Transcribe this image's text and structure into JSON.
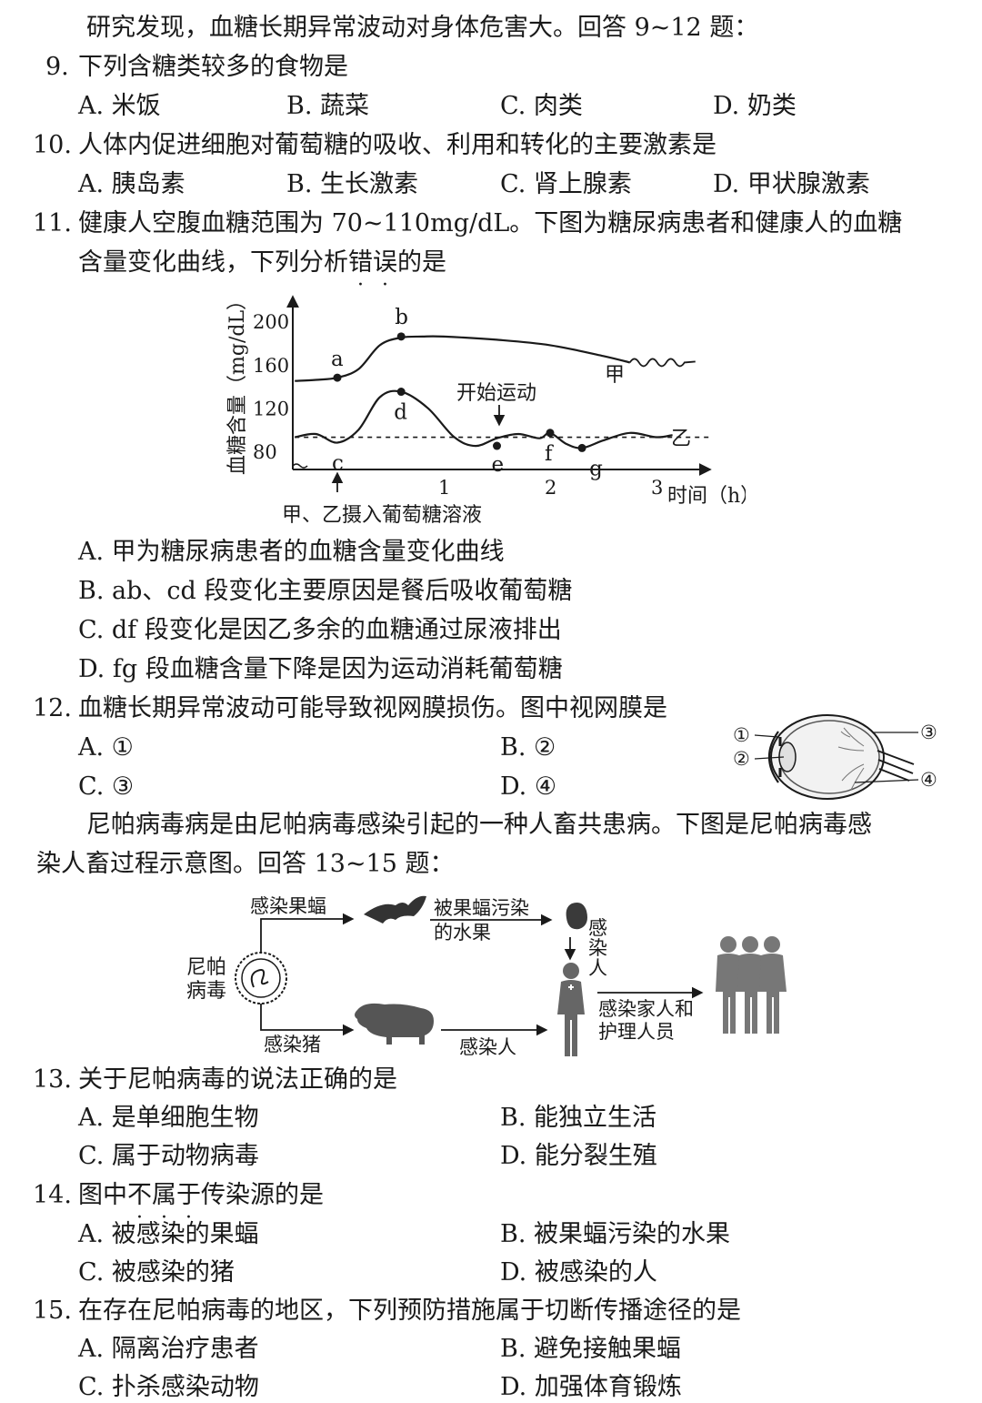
{
  "intro1": "研究发现，血糖长期异常波动对身体危害大。回答 9~12 题：",
  "q9": {
    "num": "9.",
    "stem": "下列含糖类较多的食物是",
    "A": "A. 米饭",
    "B": "B. 蔬菜",
    "C": "C. 肉类",
    "D": "D. 奶类"
  },
  "q10": {
    "num": "10.",
    "stem": "人体内促进细胞对葡萄糖的吸收、利用和转化的主要激素是",
    "A": "A. 胰岛素",
    "B": "B. 生长激素",
    "C": "C. 肾上腺素",
    "D": "D. 甲状腺激素"
  },
  "q11": {
    "num": "11.",
    "stem1": "健康人空腹血糖范围为 70~110mg/dL。下图为糖尿病患者和健康人的血糖",
    "stem2a": "含量变化曲线，下列分析",
    "stem2b1": "错",
    "stem2b2": "误",
    "stem2c": "的是",
    "A": "A. 甲为糖尿病患者的血糖含量变化曲线",
    "B": "B. ab、cd 段变化主要原因是餐后吸收葡萄糖",
    "C": "C. df 段变化是因乙多余的血糖通过尿液排出",
    "D": "D. fg 段血糖含量下降是因为运动消耗葡萄糖"
  },
  "chart": {
    "ylabel": "血糖含量（mg/dL）",
    "xlabel": "时间（h）",
    "yticks": [
      "200",
      "160",
      "120",
      "80"
    ],
    "xticks": [
      "1",
      "2",
      "3"
    ],
    "series_jia": "甲",
    "series_yi": "乙",
    "points": {
      "a": "a",
      "b": "b",
      "c": "c",
      "d": "d",
      "e": "e",
      "f": "f",
      "g": "g"
    },
    "annot_exercise": "开始运动",
    "annot_ingest": "甲、乙摄入葡萄糖溶液"
  },
  "chart_data": {
    "type": "line",
    "xlabel": "时间（h）",
    "ylabel": "血糖含量（mg/dL）",
    "xticks": [
      1,
      2,
      3
    ],
    "yticks": [
      80,
      120,
      160,
      200
    ],
    "ylim": [
      70,
      215
    ],
    "xlim": [
      -0.4,
      3.5
    ],
    "series": [
      {
        "name": "甲",
        "x": [
          -0.4,
          -0.2,
          0,
          0.2,
          0.4,
          0.6,
          0.8,
          1.0,
          1.5,
          2.0,
          2.5,
          2.75,
          2.9,
          3.0
        ],
        "y": [
          145,
          146,
          148,
          156,
          178,
          185,
          186,
          186,
          183,
          178,
          168,
          162,
          160,
          159
        ]
      },
      {
        "name": "乙",
        "x": [
          -0.4,
          -0.2,
          0,
          0.2,
          0.4,
          0.6,
          0.85,
          1.1,
          1.3,
          1.5,
          1.7,
          1.9,
          2.0,
          2.15,
          2.3,
          2.5,
          2.75,
          3.0,
          3.15
        ],
        "y": [
          93,
          96,
          88,
          100,
          130,
          135,
          120,
          93,
          85,
          92,
          96,
          92,
          97,
          87,
          83,
          90,
          97,
          93,
          95
        ]
      },
      {
        "name": "",
        "x": [
          -0.4,
          3.5
        ],
        "y": [
          93,
          93
        ]
      }
    ],
    "labeled_points": [
      {
        "label": "a",
        "x": 0,
        "y": 148
      },
      {
        "label": "b",
        "x": 0.6,
        "y": 186
      },
      {
        "label": "c",
        "x": 0,
        "y": 88
      },
      {
        "label": "d",
        "x": 0.6,
        "y": 135
      },
      {
        "label": "e",
        "x": 1.5,
        "y": 85
      },
      {
        "label": "f",
        "x": 2.0,
        "y": 97
      },
      {
        "label": "g",
        "x": 2.3,
        "y": 83
      }
    ],
    "annotations": [
      {
        "text": "开始运动",
        "x": 2.0
      },
      {
        "text": "甲、乙摄入葡萄糖溶液",
        "x": 0
      }
    ]
  },
  "q12": {
    "num": "12.",
    "stem": "血糖长期异常波动可能导致视网膜损伤。图中视网膜是",
    "A": "A. ①",
    "B": "B. ②",
    "C": "C. ③",
    "D": "D. ④",
    "eye_labels": [
      "①",
      "②",
      "③",
      "④"
    ]
  },
  "intro2a": "尼帕病毒病是由尼帕病毒感染引起的一种人畜共患病。下图是尼帕病毒感",
  "intro2b": "染人畜过程示意图。回答 13~15 题：",
  "diagram": {
    "virus1": "尼帕",
    "virus2": "病毒",
    "bat_label": "感染果蝠",
    "fruit_label1": "被果蝠污染",
    "fruit_label2": "的水果",
    "infect_person_v1": "感",
    "infect_person_v2": "染",
    "infect_person_v3": "人",
    "pig_label": "感染猪",
    "pig_person": "感染人",
    "family1": "感染家人和",
    "family2": "护理人员"
  },
  "q13": {
    "num": "13.",
    "stem": "关于尼帕病毒的说法正确的是",
    "A": "A. 是单细胞生物",
    "B": "B. 能独立生活",
    "C": "C. 属于动物病毒",
    "D": "D. 能分裂生殖"
  },
  "q14": {
    "num": "14.",
    "stem_a": "图中",
    "stem_b1": "不",
    "stem_b2": "属",
    "stem_b3": "于",
    "stem_c": "传染源的是",
    "A": "A. 被感染的果蝠",
    "B": "B. 被果蝠污染的水果",
    "C": "C. 被感染的猪",
    "D": "D. 被感染的人"
  },
  "q15": {
    "num": "15.",
    "stem": "在存在尼帕病毒的地区，下列预防措施属于切断传播途径的是",
    "A": "A. 隔离治疗患者",
    "B": "B. 避免接触果蝠",
    "C": "C. 扑杀感染动物",
    "D": "D. 加强体育锻炼"
  }
}
